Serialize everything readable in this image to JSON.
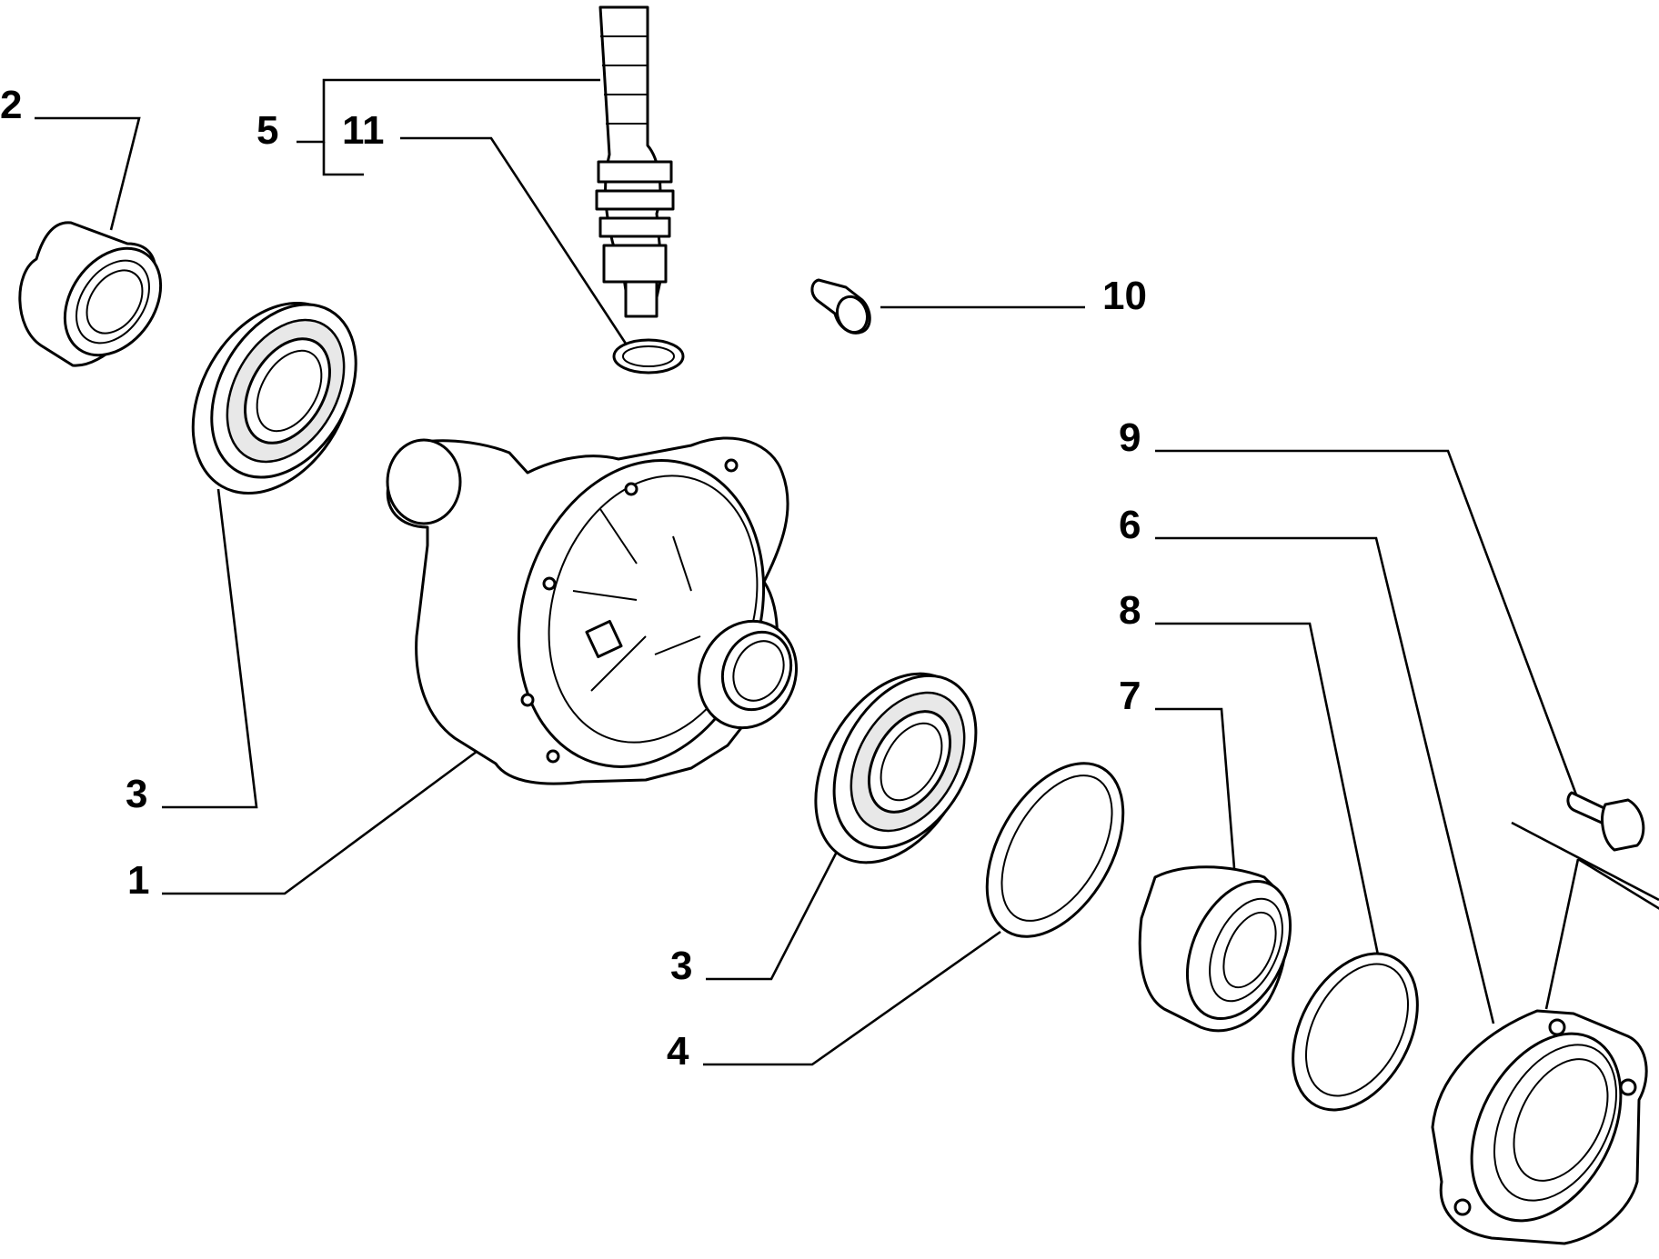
{
  "diagram": {
    "callouts": [
      {
        "id": "c1",
        "label": "1"
      },
      {
        "id": "c2",
        "label": "2"
      },
      {
        "id": "c3a",
        "label": "3"
      },
      {
        "id": "c3b",
        "label": "3"
      },
      {
        "id": "c4",
        "label": "4"
      },
      {
        "id": "c5",
        "label": "5"
      },
      {
        "id": "c6",
        "label": "6"
      },
      {
        "id": "c7",
        "label": "7"
      },
      {
        "id": "c8",
        "label": "8"
      },
      {
        "id": "c9",
        "label": "9"
      },
      {
        "id": "c10",
        "label": "10"
      },
      {
        "id": "c11",
        "label": "11"
      }
    ]
  }
}
